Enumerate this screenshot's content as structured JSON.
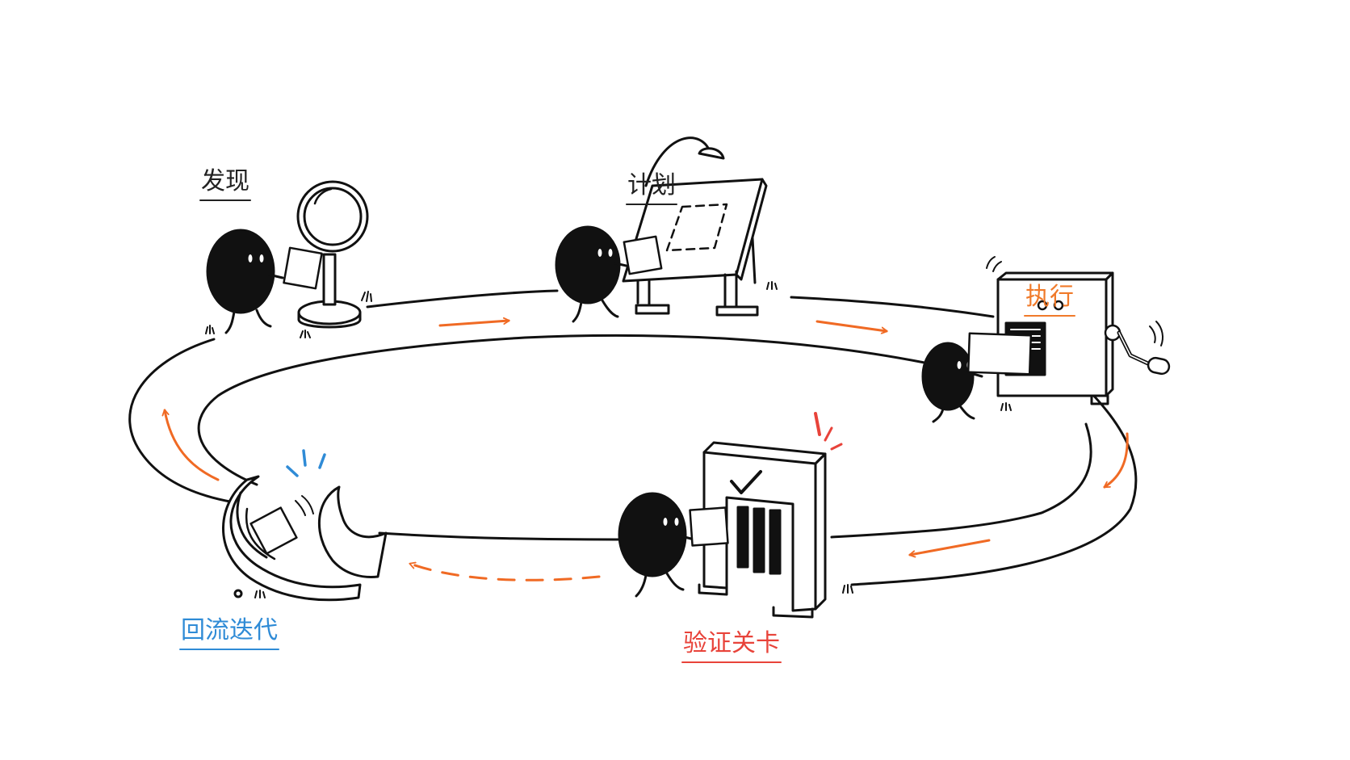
{
  "stages": {
    "discover": {
      "label": "发现",
      "color": "#222222",
      "icon": "magnifier-icon"
    },
    "plan": {
      "label": "计划",
      "color": "#222222",
      "icon": "drafting-table-icon"
    },
    "execute": {
      "label": "执行",
      "color": "#f07a2a",
      "icon": "crank-machine-icon"
    },
    "verify": {
      "label": "验证关卡",
      "color": "#e8433a",
      "icon": "checkpoint-gate-icon"
    },
    "iterate": {
      "label": "回流迭代",
      "color": "#2f8bd6",
      "icon": "return-chute-icon"
    }
  },
  "colors": {
    "ink": "#111111",
    "arrow": "#f06a24",
    "alert": "#e8433a",
    "feedback": "#2f8bd6",
    "background": "#ffffff"
  }
}
